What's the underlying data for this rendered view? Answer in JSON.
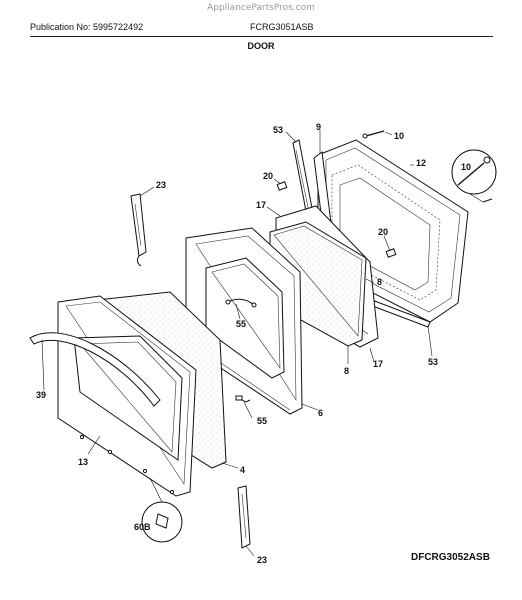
{
  "watermark": "AppliancePartsPros.com",
  "header": {
    "publication": "Publication No: 5995722492",
    "model": "FCRG3051ASB",
    "section": "DOOR"
  },
  "diagram_code": "DFCRG3052ASB",
  "callouts": {
    "c53a": "53",
    "c9": "9",
    "c10": "10",
    "c12": "12",
    "c20a": "20",
    "c23a": "23",
    "c10b": "10",
    "c17a": "17",
    "c20b": "20",
    "c8a": "8",
    "c55a": "55",
    "c17b": "17",
    "c8b": "8",
    "c53b": "53",
    "c39": "39",
    "c6": "6",
    "c55b": "55",
    "c13": "13",
    "c4": "4",
    "c60b": "60B",
    "c23b": "23"
  }
}
